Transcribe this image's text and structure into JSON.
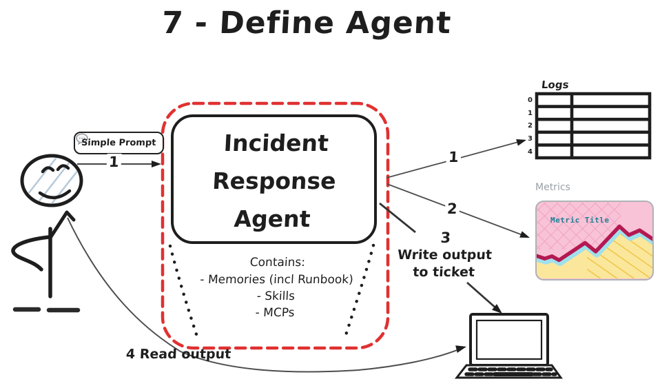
{
  "title": "7 - Define Agent",
  "prompt": {
    "label": "Simple Prompt",
    "icon": "speech-bubble-icon"
  },
  "agent": {
    "name_lines": [
      "Incident",
      "Response",
      "Agent"
    ],
    "contains_heading": "Contains:",
    "contains_items": [
      "- Memories (incl Runbook)",
      "- Skills",
      "- MCPs"
    ]
  },
  "flow_labels": {
    "prompt_arrow": "1",
    "logs_arrow": "1",
    "metrics_arrow": "2",
    "ticket_step": "3",
    "ticket_lines": [
      "Write output",
      "to ticket"
    ],
    "read_step": "4 Read output"
  },
  "logs_panel": {
    "title": "Logs",
    "row_indices": [
      "0",
      "1",
      "2",
      "3",
      "4"
    ],
    "rows": 5,
    "columns": 2
  },
  "metrics_panel": {
    "title": "Metrics",
    "chart_title": "Metric Title"
  },
  "chart_data": {
    "type": "area",
    "title": "Metric Title",
    "x_pct": [
      0,
      8,
      14,
      20,
      42,
      51,
      71,
      79,
      88,
      100
    ],
    "y_pct": [
      31,
      27,
      30,
      25,
      47,
      36,
      68,
      57,
      63,
      51
    ],
    "legend": "none",
    "axes": "none"
  },
  "colors": {
    "accent_red": "#e03131",
    "ink": "#1e1e1e",
    "chart_pink": "#f8c3d7",
    "chart_pink_hatch": "#f2a6c4",
    "chart_line": "#b41952",
    "chart_cyan": "#9fe0ed",
    "chart_yellow": "#fbe79b",
    "chart_yellow_hatch": "#f0c64c",
    "chart_title_color": "#1d7f95",
    "panel_label_gray": "#9aa0a6"
  }
}
